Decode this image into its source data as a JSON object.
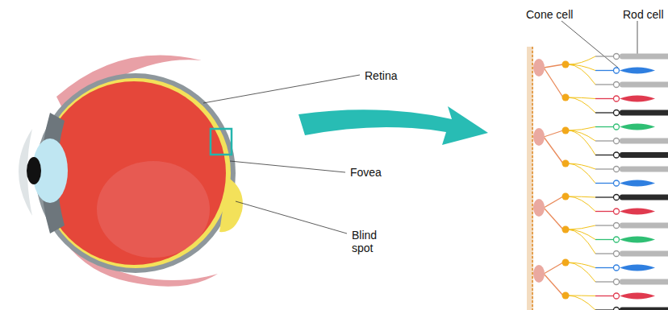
{
  "diagram": {
    "labels": [
      "Retina",
      "Fovea",
      "Blind spot",
      "Cone cell",
      "Rod cell"
    ]
  }
}
